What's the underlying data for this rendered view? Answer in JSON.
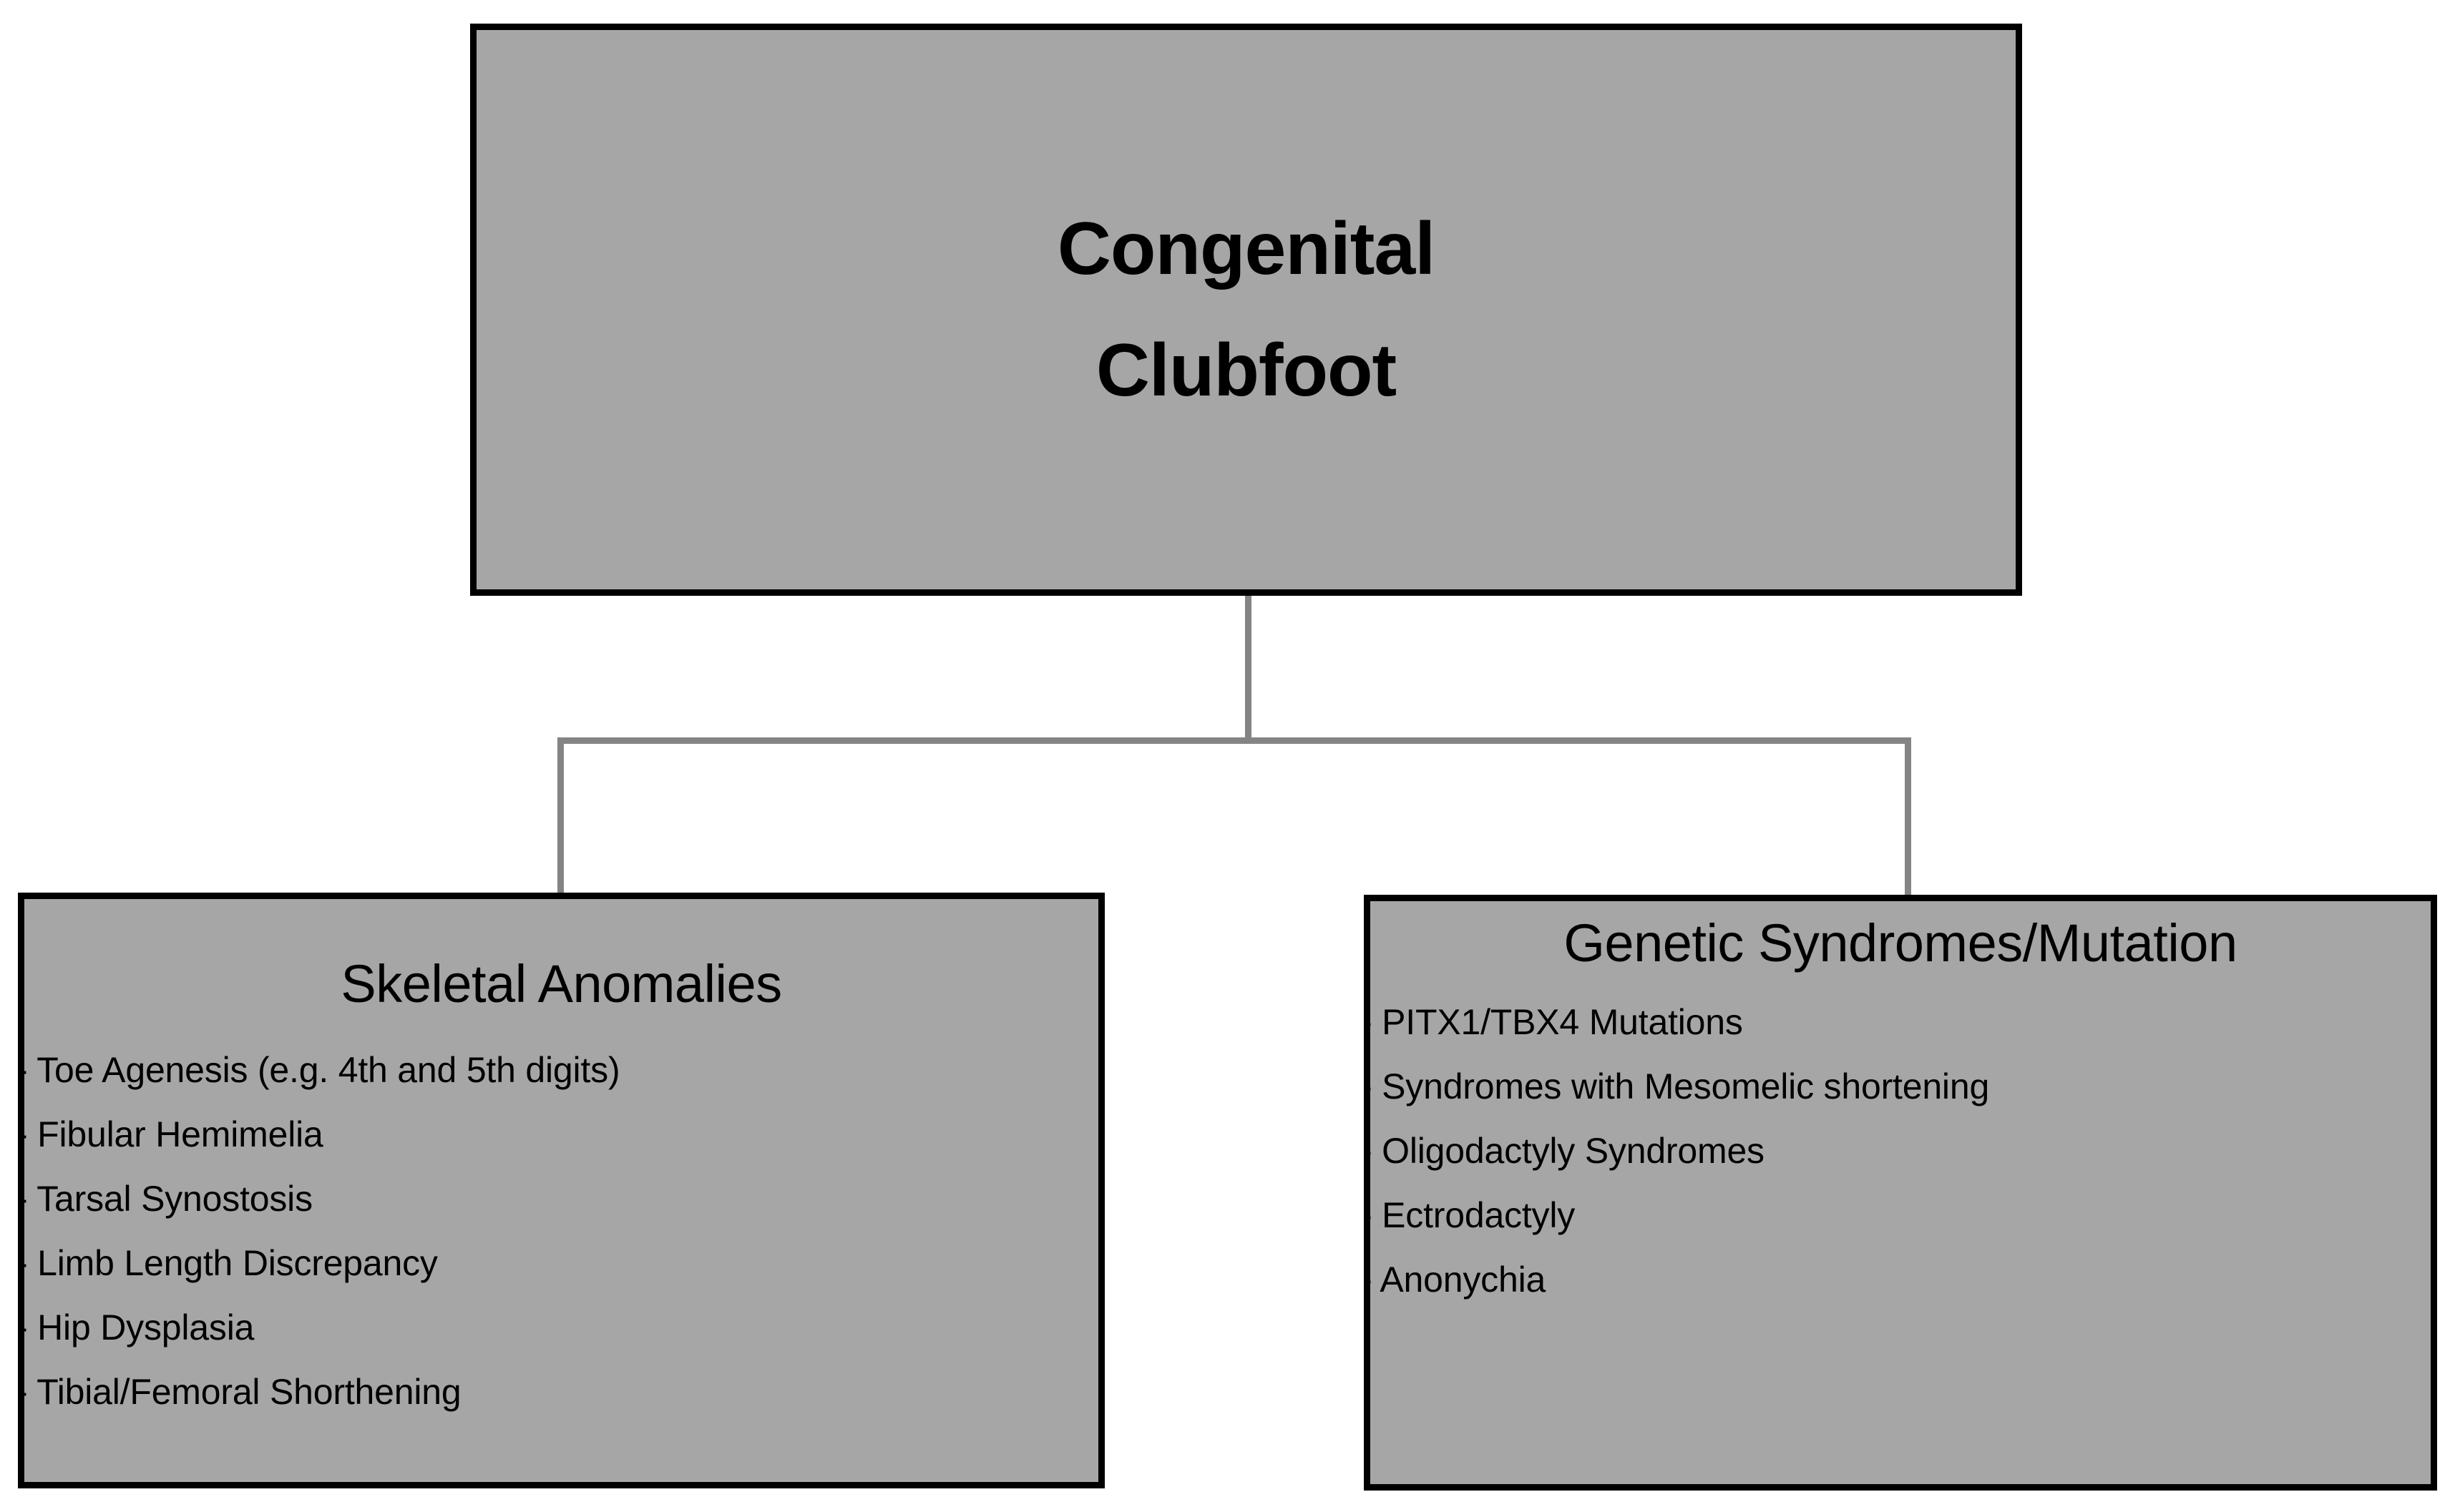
{
  "diagram": {
    "type": "hierarchy-flowchart",
    "colors": {
      "box_fill": "#a6a6a6",
      "box_border": "#000000",
      "connector": "#848484",
      "text": "#000000",
      "background": "#ffffff"
    },
    "root": {
      "title_line_1": "Congenital",
      "title_line_2": "Clubfoot"
    },
    "children": [
      {
        "heading": "Skeletal Anomalies",
        "items": [
          "- Toe Agenesis (e.g. 4th and 5th digits)",
          "- Fibular Hemimelia",
          "- Tarsal Synostosis",
          "- Limb Length Discrepancy",
          "- Hip Dysplasia",
          "- Tibial/Femoral Shorthening"
        ]
      },
      {
        "heading": "Genetic Syndromes/Mutation",
        "items": [
          "- PITX1/TBX4 Mutations",
          "- Syndromes with Mesomelic shortening",
          "- Oligodactyly Syndromes",
          "- Ectrodactyly",
          "- Anonychia"
        ]
      }
    ]
  }
}
